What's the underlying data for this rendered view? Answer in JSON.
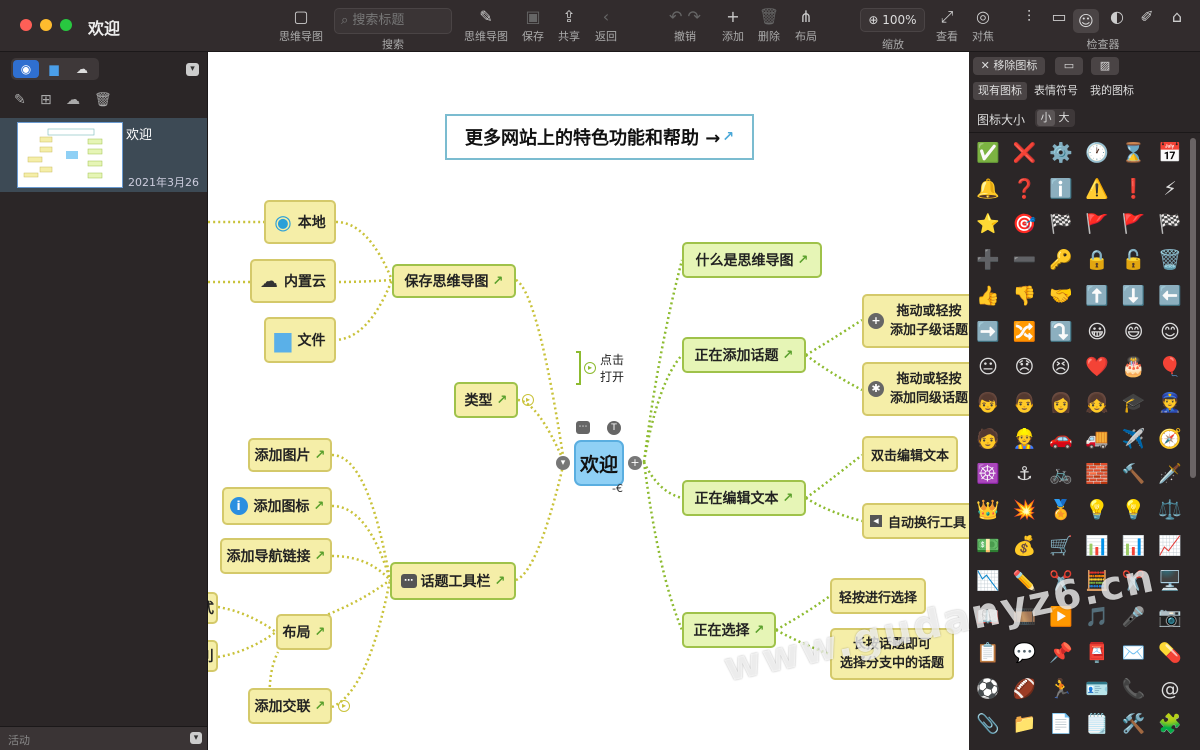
{
  "window": {
    "title": "欢迎"
  },
  "toolbar": {
    "mindmap_label": "思维导图",
    "search_label": "搜索",
    "search_placeholder": "搜索标题",
    "mindmap2_label": "思维导图",
    "save_label": "保存",
    "share_label": "共享",
    "back_label": "返回",
    "undo_label": "撤销",
    "add_label": "添加",
    "delete_label": "删除",
    "layout_label": "布局",
    "zoom_value": "100%",
    "zoom_label": "缩放",
    "view_label": "查看",
    "focus_label": "对焦",
    "inspector_label": "检查器"
  },
  "sidebar": {
    "doc_title": "欢迎",
    "doc_date": "2021年3月26",
    "footer": "活动"
  },
  "canvas": {
    "banner": "更多网站上的特色功能和帮助 →",
    "central": "欢迎",
    "click_open": "点击\n打开",
    "nodes": {
      "local": "本地",
      "icloud": "内置云",
      "files": "文件",
      "save_mindmap": "保存思维导图",
      "types": "类型",
      "add_image": "添加图片",
      "add_icon": "添加图标",
      "add_nav_link": "添加导航链接",
      "topic_toolbar": "话题工具栏",
      "layout": "布局",
      "add_relation": "添加交联",
      "left_clip1": "式",
      "left_clip2": "刂",
      "what_is": "什么是思维导图",
      "adding_topics": "正在添加话题",
      "drag_child": "拖动或轻按\n添加子级话题",
      "drag_sibling": "拖动或轻按\n添加同级话题",
      "editing_text": "正在编辑文本",
      "double_click": "双击编辑文本",
      "auto_wrap": "自动换行工具",
      "selecting": "正在选择",
      "tap_select": "轻按进行选择",
      "long_press": "长按话题即可\n选择分支中的话题"
    }
  },
  "inspector": {
    "remove_icon": "移除图标",
    "tabs": [
      "现有图标",
      "表情符号",
      "我的图标"
    ],
    "icon_size_label": "图标大小",
    "size_small": "小",
    "size_large": "大",
    "icons": [
      "✅",
      "❌",
      "⚙️",
      "🕐",
      "⌛",
      "📅",
      "🔔",
      "❓",
      "ℹ️",
      "⚠️",
      "❗",
      "⚡",
      "⭐",
      "🎯",
      "🏁",
      "🚩",
      "🚩",
      "🏁",
      "➕",
      "➖",
      "🔑",
      "🔒",
      "🔓",
      "🗑️",
      "👍",
      "👎",
      "🤝",
      "⬆️",
      "⬇️",
      "⬅️",
      "➡️",
      "🔀",
      "⤵️",
      "😀",
      "😄",
      "😊",
      "😐",
      "😞",
      "😣",
      "❤️",
      "🎂",
      "🎈",
      "👦",
      "👨",
      "👩",
      "👧",
      "🎓",
      "👮",
      "🧑",
      "👷",
      "🚗",
      "🚚",
      "✈️",
      "🧭",
      "☸️",
      "⚓",
      "🚲",
      "🧱",
      "🔨",
      "🗡️",
      "👑",
      "💥",
      "🏅",
      "💡",
      "💡",
      "⚖️",
      "💵",
      "💰",
      "🛒",
      "📊",
      "📊",
      "📈",
      "📉",
      "✏️",
      "✂️",
      "🧮",
      "✂️",
      "🖥️",
      "📖",
      "🎞️",
      "▶️",
      "🎵",
      "🎤",
      "📷",
      "📋",
      "💬",
      "📌",
      "📮",
      "✉️",
      "💊",
      "⚽",
      "🏈",
      "🏃",
      "🪪",
      "📞",
      "@",
      "📎",
      "📁",
      "📄",
      "🗒️",
      "🛠️",
      "🧩"
    ]
  },
  "watermark": "www.gudanyz6.cn"
}
